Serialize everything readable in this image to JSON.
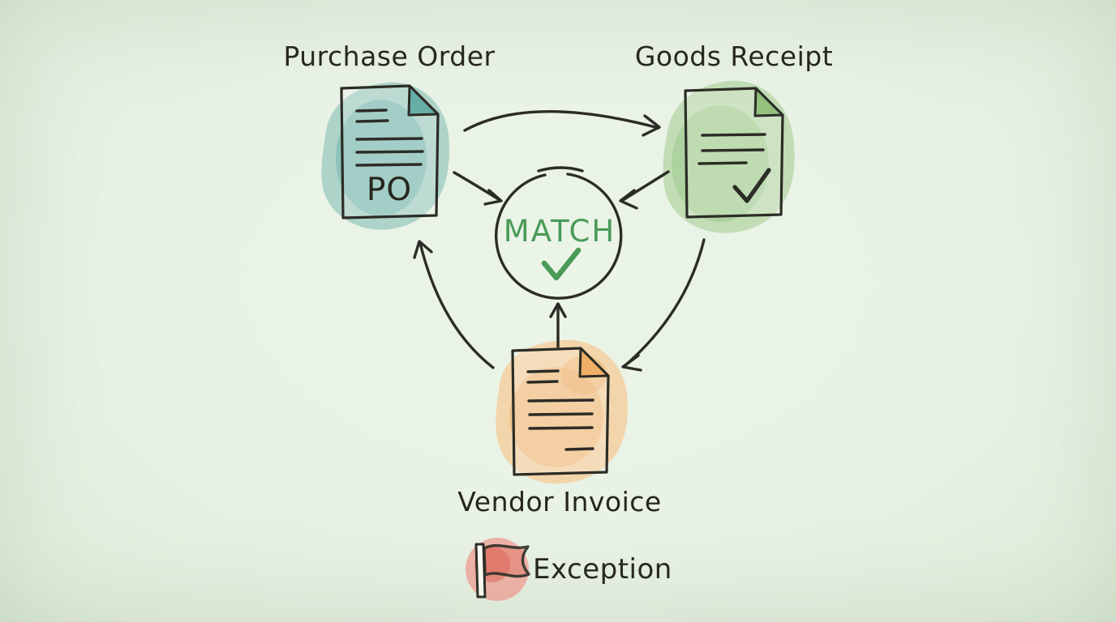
{
  "palette": {
    "background": "#e8f2e5",
    "ink": "#2c2c26",
    "po_blob": "#8fc2ba",
    "po_fold": "#66aea6",
    "gr_blob": "#a9cf97",
    "gr_fold": "#92c27c",
    "invoice_blob": "#f6c792",
    "invoice_fold": "#f0af66",
    "match_green": "#4a9b58",
    "exception_red": "#e2685c",
    "exception_blob": "#f0a79c",
    "flag_pole_fill": "#fdfdf6"
  },
  "nodes": {
    "purchase_order": {
      "label": "Purchase Order",
      "badge": "PO"
    },
    "goods_receipt": {
      "label": "Goods Receipt"
    },
    "vendor_invoice": {
      "label": "Vendor Invoice"
    }
  },
  "center": {
    "label": "MATCH"
  },
  "legend": {
    "label": "Exception"
  },
  "flows": [
    {
      "from": "purchase-order",
      "to": "goods-receipt"
    },
    {
      "from": "purchase-order",
      "to": "match"
    },
    {
      "from": "goods-receipt",
      "to": "match"
    },
    {
      "from": "goods-receipt",
      "to": "vendor-invoice"
    },
    {
      "from": "vendor-invoice",
      "to": "match"
    },
    {
      "from": "vendor-invoice",
      "to": "purchase-order"
    }
  ]
}
